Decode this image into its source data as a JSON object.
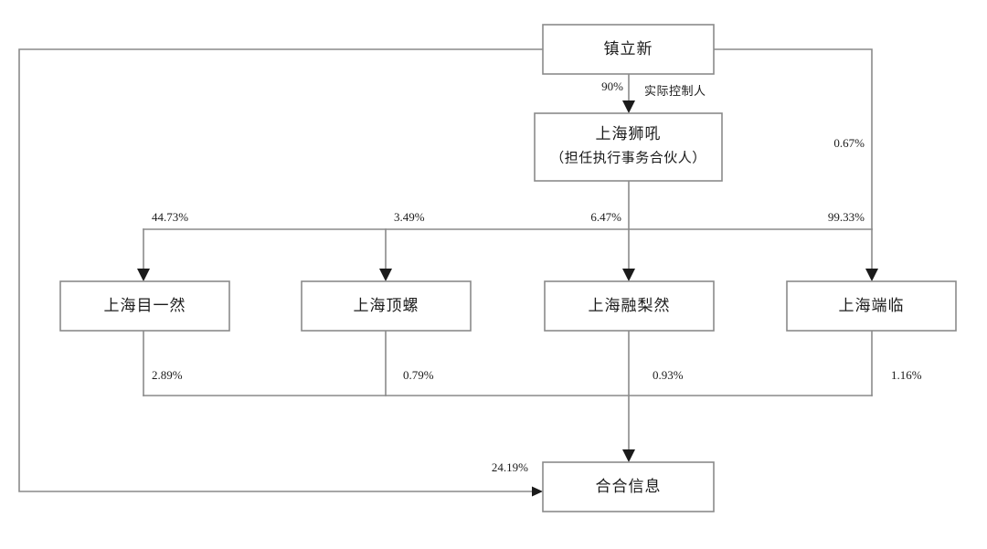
{
  "diagram": {
    "type": "ownership-structure-chart",
    "background_color": "#ffffff",
    "line_color": "#8a8a8a",
    "text_color": "#1b1b1b",
    "nodes": {
      "controller": {
        "label": "镇立新"
      },
      "gp": {
        "label": "上海狮吼",
        "sublabel": "（担任执行事务合伙人）"
      },
      "holding1": {
        "label": "上海目一然"
      },
      "holding2": {
        "label": "上海顶螺"
      },
      "holding3": {
        "label": "上海融梨然"
      },
      "holding4": {
        "label": "上海端临"
      },
      "target": {
        "label": "合合信息"
      }
    },
    "edges": {
      "controller_to_gp": {
        "percent": "90%",
        "role": "实际控制人"
      },
      "controller_to_holding4": {
        "percent": "0.67%"
      },
      "gp_to_holding1": {
        "percent": "44.73%"
      },
      "gp_to_holding2": {
        "percent": "3.49%"
      },
      "gp_to_holding3": {
        "percent": "6.47%"
      },
      "gp_to_holding4": {
        "percent": "99.33%"
      },
      "holding1_to_target": {
        "percent": "2.89%"
      },
      "holding2_to_target": {
        "percent": "0.79%"
      },
      "holding3_to_target": {
        "percent": "0.93%"
      },
      "holding4_to_target": {
        "percent": "1.16%"
      },
      "controller_to_target": {
        "percent": "24.19%"
      }
    }
  }
}
